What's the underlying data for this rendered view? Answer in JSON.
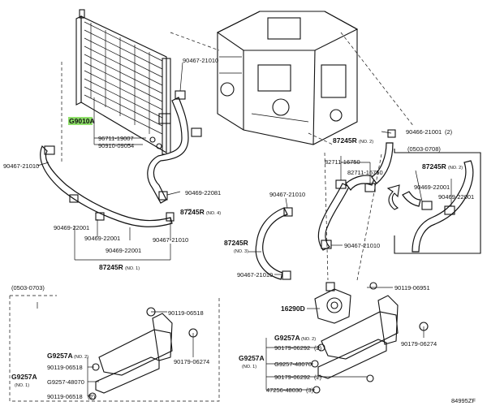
{
  "labels": {
    "g9010a": "G9010A",
    "p96711": "96711-19007",
    "p90910": "90910-09054",
    "p90467_top": "90467-21010",
    "p90467_left": "90467-21010",
    "p90469_22081": "90469-22081",
    "r87245_4": "87245R",
    "n_4": "(NO. 4)",
    "p90469_22001_a": "90469-22001",
    "p90469_22001_b": "90469-22001",
    "p90469_22001_c": "90469-22001",
    "p90467_mid": "90467-21010",
    "r87245_1": "87245R",
    "n_1": "(NO. 1)",
    "range_left": "(0503-0703)",
    "p90119_6518": "90119-06518",
    "g9257a_2_left": "G9257A",
    "n2_left": "(NO. 2)",
    "g9257a_1_left": "G9257A",
    "n1_left": "(NO. 1)",
    "p90119_6518_b": "90119-06518",
    "p9257_48070_left": "G9257-48070",
    "p90119_6518_c": "90119-06518",
    "n2_left_b": "(2)",
    "p90179_6274_left": "90179-06274",
    "p90466": "90466-21001",
    "n2_90466": "(2)",
    "r87245_2": "87245R",
    "n_2": "(NO. 2)",
    "p82711_a": "82711-16750",
    "p82711_b": "82711-16750",
    "range_right": "(0503-0708)",
    "r87245_2r": "87245R",
    "n_2r": "(NO. 2)",
    "p90469_22001_d": "90469-22001",
    "p90469_22001_e": "90469-22001",
    "p90467_c1": "90467-21010",
    "r87245_3": "87245R",
    "n_3": "(NO. 3)",
    "p90467_c2": "90467-21010",
    "p90467_c3": "90467-21010",
    "p16290d": "16290D",
    "p90119_6951": "90119-06951",
    "g9257a_2_right": "G9257A",
    "n2_right": "(NO. 2)",
    "p90179_6292_a": "90179-06292",
    "n2_right_b": "(2)",
    "g9257a_1_right": "G9257A",
    "n1_right": "(NO. 1)",
    "p9257_48070_right": "G9257-48070",
    "p90179_6292_b": "90179-06292",
    "n2_right_c": "(2)",
    "p47256": "47256-48030",
    "n3_right": "(3)",
    "p90179_6274_right": "90179-06274",
    "figure_id": "84995ZF"
  },
  "highlight_color": "#8fe06a"
}
